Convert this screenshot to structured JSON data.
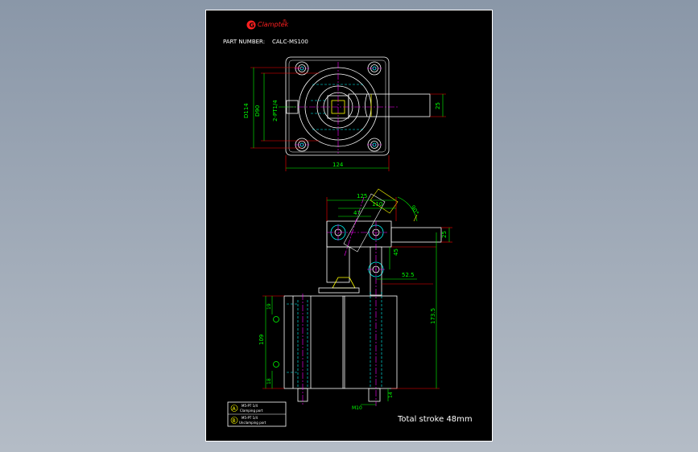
{
  "brand": {
    "name": "Clamptek",
    "registered": "®"
  },
  "title": {
    "label": "PART NUMBER:",
    "value": "CALC-MS100"
  },
  "top_view_dims": {
    "d_outer": "D114",
    "d_inner": "D90",
    "port": "2-PT1/4",
    "width": "124",
    "arm_width": "25"
  },
  "side_view_dims": {
    "d125": "125",
    "d110": "110",
    "d47": "47",
    "angle": "90°",
    "d25": "25",
    "d45": "45",
    "d52_5": "52.5",
    "d173_5": "173.5",
    "d109": "109",
    "d19": "19",
    "d18": "18",
    "m10": "M10",
    "d14": "14"
  },
  "legend": {
    "items": [
      {
        "symbol": "A",
        "line1": "M5-PT 1/4",
        "line2": "Clamping port"
      },
      {
        "symbol": "B",
        "line1": "M5-PT 1/4",
        "line2": "Unclamping port"
      }
    ]
  },
  "note": "Total stroke 48mm",
  "colors": {
    "background": "#000000",
    "outline": "#ffffff",
    "dimension": "#00ff00",
    "extension": "#ff0000",
    "center": "#ff00ff",
    "hidden": "#00ffff",
    "yellow": "#ffff00",
    "brand": "#ff2020"
  }
}
